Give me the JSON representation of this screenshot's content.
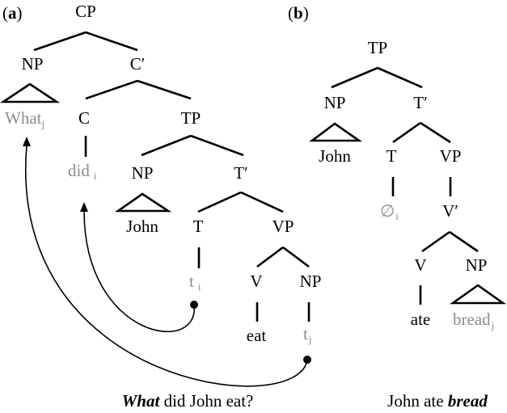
{
  "colors": {
    "ink": "#000000",
    "trace": "#8c8c8c",
    "background": "#ffffff"
  },
  "tree_a": {
    "panel_letter": "a",
    "cp": "CP",
    "np_wh": "NP",
    "c_bar": "C′",
    "what": "What",
    "what_index": "j",
    "c": "C",
    "tp": "TP",
    "did": "did",
    "did_index": "i",
    "np_subj": "NP",
    "t_bar": "T′",
    "john": "John",
    "t": "T",
    "vp": "VP",
    "trace_t": "t",
    "trace_t_index": "i",
    "v": "V",
    "np_obj": "NP",
    "eat": "eat",
    "trace_obj": "t",
    "trace_obj_index": "j",
    "caption_bold": "What",
    "caption_rest": " did John eat?"
  },
  "tree_b": {
    "panel_letter": "b",
    "tp": "TP",
    "np_subj": "NP",
    "t_bar": "T′",
    "john": "John",
    "t": "T",
    "vp": "VP",
    "null": "∅",
    "null_index": "i",
    "v_bar": "V′",
    "v": "V",
    "np_obj": "NP",
    "ate": "ate",
    "bread": "bread",
    "bread_index": "j",
    "caption_rest": "John ate ",
    "caption_bold": "bread"
  }
}
